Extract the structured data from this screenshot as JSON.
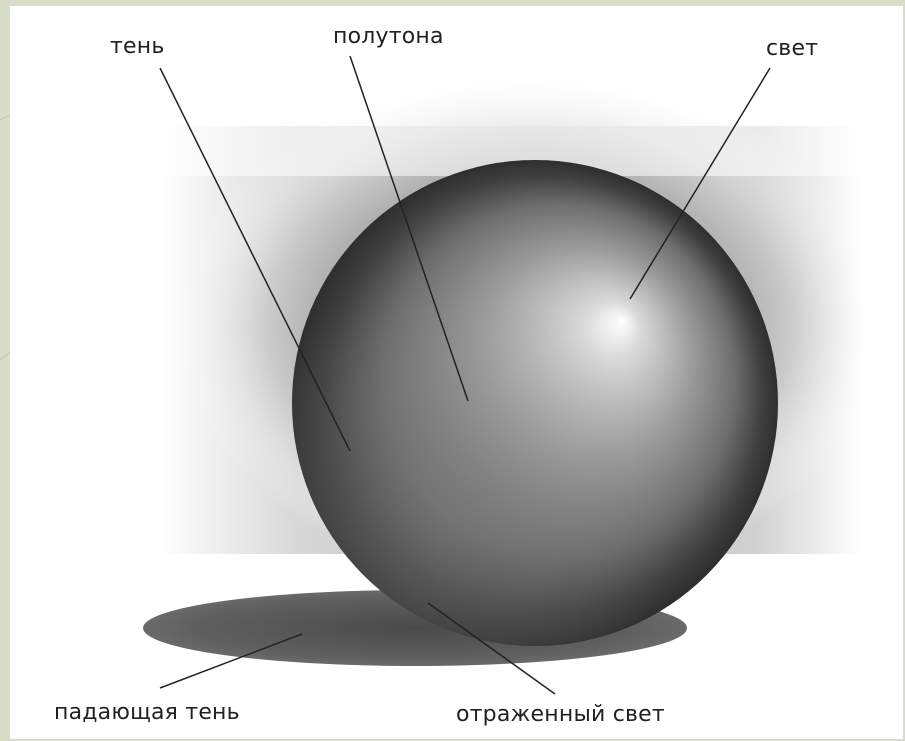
{
  "labels": {
    "shadow": "тень",
    "halftone": "полутона",
    "light": "свет",
    "cast_shadow": "падающая тень",
    "reflected_light": "отраженный свет"
  },
  "colors": {
    "slide_background": "#d8ddc7",
    "panel": "#ffffff",
    "sphere_highlight": "#ffffff",
    "sphere_dark": "#2e2e2e",
    "cast_shadow": "#5a5a5a",
    "leader_line": "#222222"
  }
}
